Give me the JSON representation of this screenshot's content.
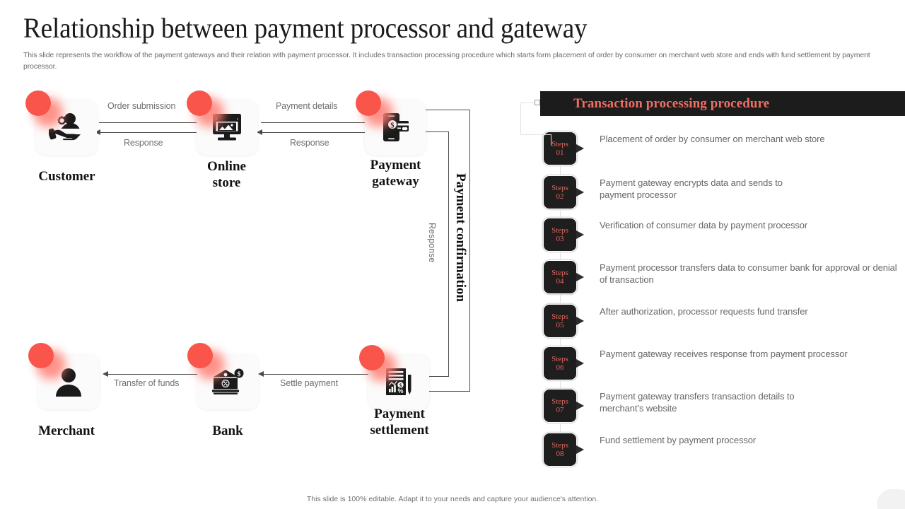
{
  "header": {
    "title": "Relationship between payment processor and gateway",
    "subtitle": "This slide represents the workflow of the payment gateways and their relation with payment processor. It includes transaction processing procedure which starts form placement of order by consumer on merchant web store and ends with fund settlement by payment processor."
  },
  "colors": {
    "accent_red": "#f9554a",
    "accent_soft": "#ff8076",
    "panel_dark": "#1c1c1c",
    "panel_title": "#ef6e63",
    "step_number": "#e2655b",
    "body_text": "#6f6f6f",
    "heading_text": "#111111",
    "connector": "#4a4a4a"
  },
  "diagram": {
    "nodes": [
      {
        "id": "customer",
        "label": "Customer",
        "icon": "hand-holding-user-icon"
      },
      {
        "id": "online-store",
        "label": "Online\nstore",
        "label_line1": "Online",
        "label_line2": "store",
        "icon": "desktop-storefront-icon"
      },
      {
        "id": "payment-gateway",
        "label": "Payment\ngateway",
        "label_line1": "Payment",
        "label_line2": "gateway",
        "icon": "mobile-card-payment-icon"
      },
      {
        "id": "merchant",
        "label": "Merchant",
        "icon": "person-icon"
      },
      {
        "id": "bank",
        "label": "Bank",
        "icon": "bank-building-icon"
      },
      {
        "id": "payment-settlement",
        "label": "Payment\nsettlement",
        "label_line1": "Payment",
        "label_line2": "settlement",
        "icon": "invoice-chart-icon"
      }
    ],
    "edges": [
      {
        "id": "order-submission",
        "label": "Order submission",
        "from": "customer",
        "to": "online-store"
      },
      {
        "id": "response-store",
        "label": "Response",
        "from": "online-store",
        "to": "customer"
      },
      {
        "id": "payment-details",
        "label": "Payment details",
        "from": "online-store",
        "to": "payment-gateway"
      },
      {
        "id": "response-gateway",
        "label": "Response",
        "from": "payment-gateway",
        "to": "online-store"
      },
      {
        "id": "payment-confirmation",
        "label": "Payment confirmation",
        "from": "payment-settlement",
        "to": "payment-gateway",
        "orientation": "vertical"
      },
      {
        "id": "response-settlement",
        "label": "Response",
        "from": "payment-gateway",
        "to": "payment-settlement",
        "orientation": "vertical"
      },
      {
        "id": "settle-payment",
        "label": "Settle payment",
        "from": "payment-settlement",
        "to": "bank"
      },
      {
        "id": "transfer-of-funds",
        "label": "Transfer of funds",
        "from": "bank",
        "to": "merchant"
      }
    ]
  },
  "panel": {
    "title": "Transaction processing procedure",
    "step_word": "Steps",
    "steps": [
      {
        "number": "01",
        "text": "Placement of order by consumer on merchant web store"
      },
      {
        "number": "02",
        "text": "Payment gateway encrypts data and sends to payment processor"
      },
      {
        "number": "03",
        "text": "Verification of consumer data by payment processor"
      },
      {
        "number": "04",
        "text": "Payment processor transfers data to consumer bank for approval or denial of transaction"
      },
      {
        "number": "05",
        "text": "After authorization, processor requests fund transfer"
      },
      {
        "number": "06",
        "text": "Payment gateway receives response from payment processor"
      },
      {
        "number": "07",
        "text": "Payment gateway transfers transaction details to merchant’s website"
      },
      {
        "number": "08",
        "text": "Fund settlement by payment processor"
      }
    ]
  },
  "footer": {
    "note": "This slide is 100% editable. Adapt it to your needs and capture your audience's attention."
  }
}
